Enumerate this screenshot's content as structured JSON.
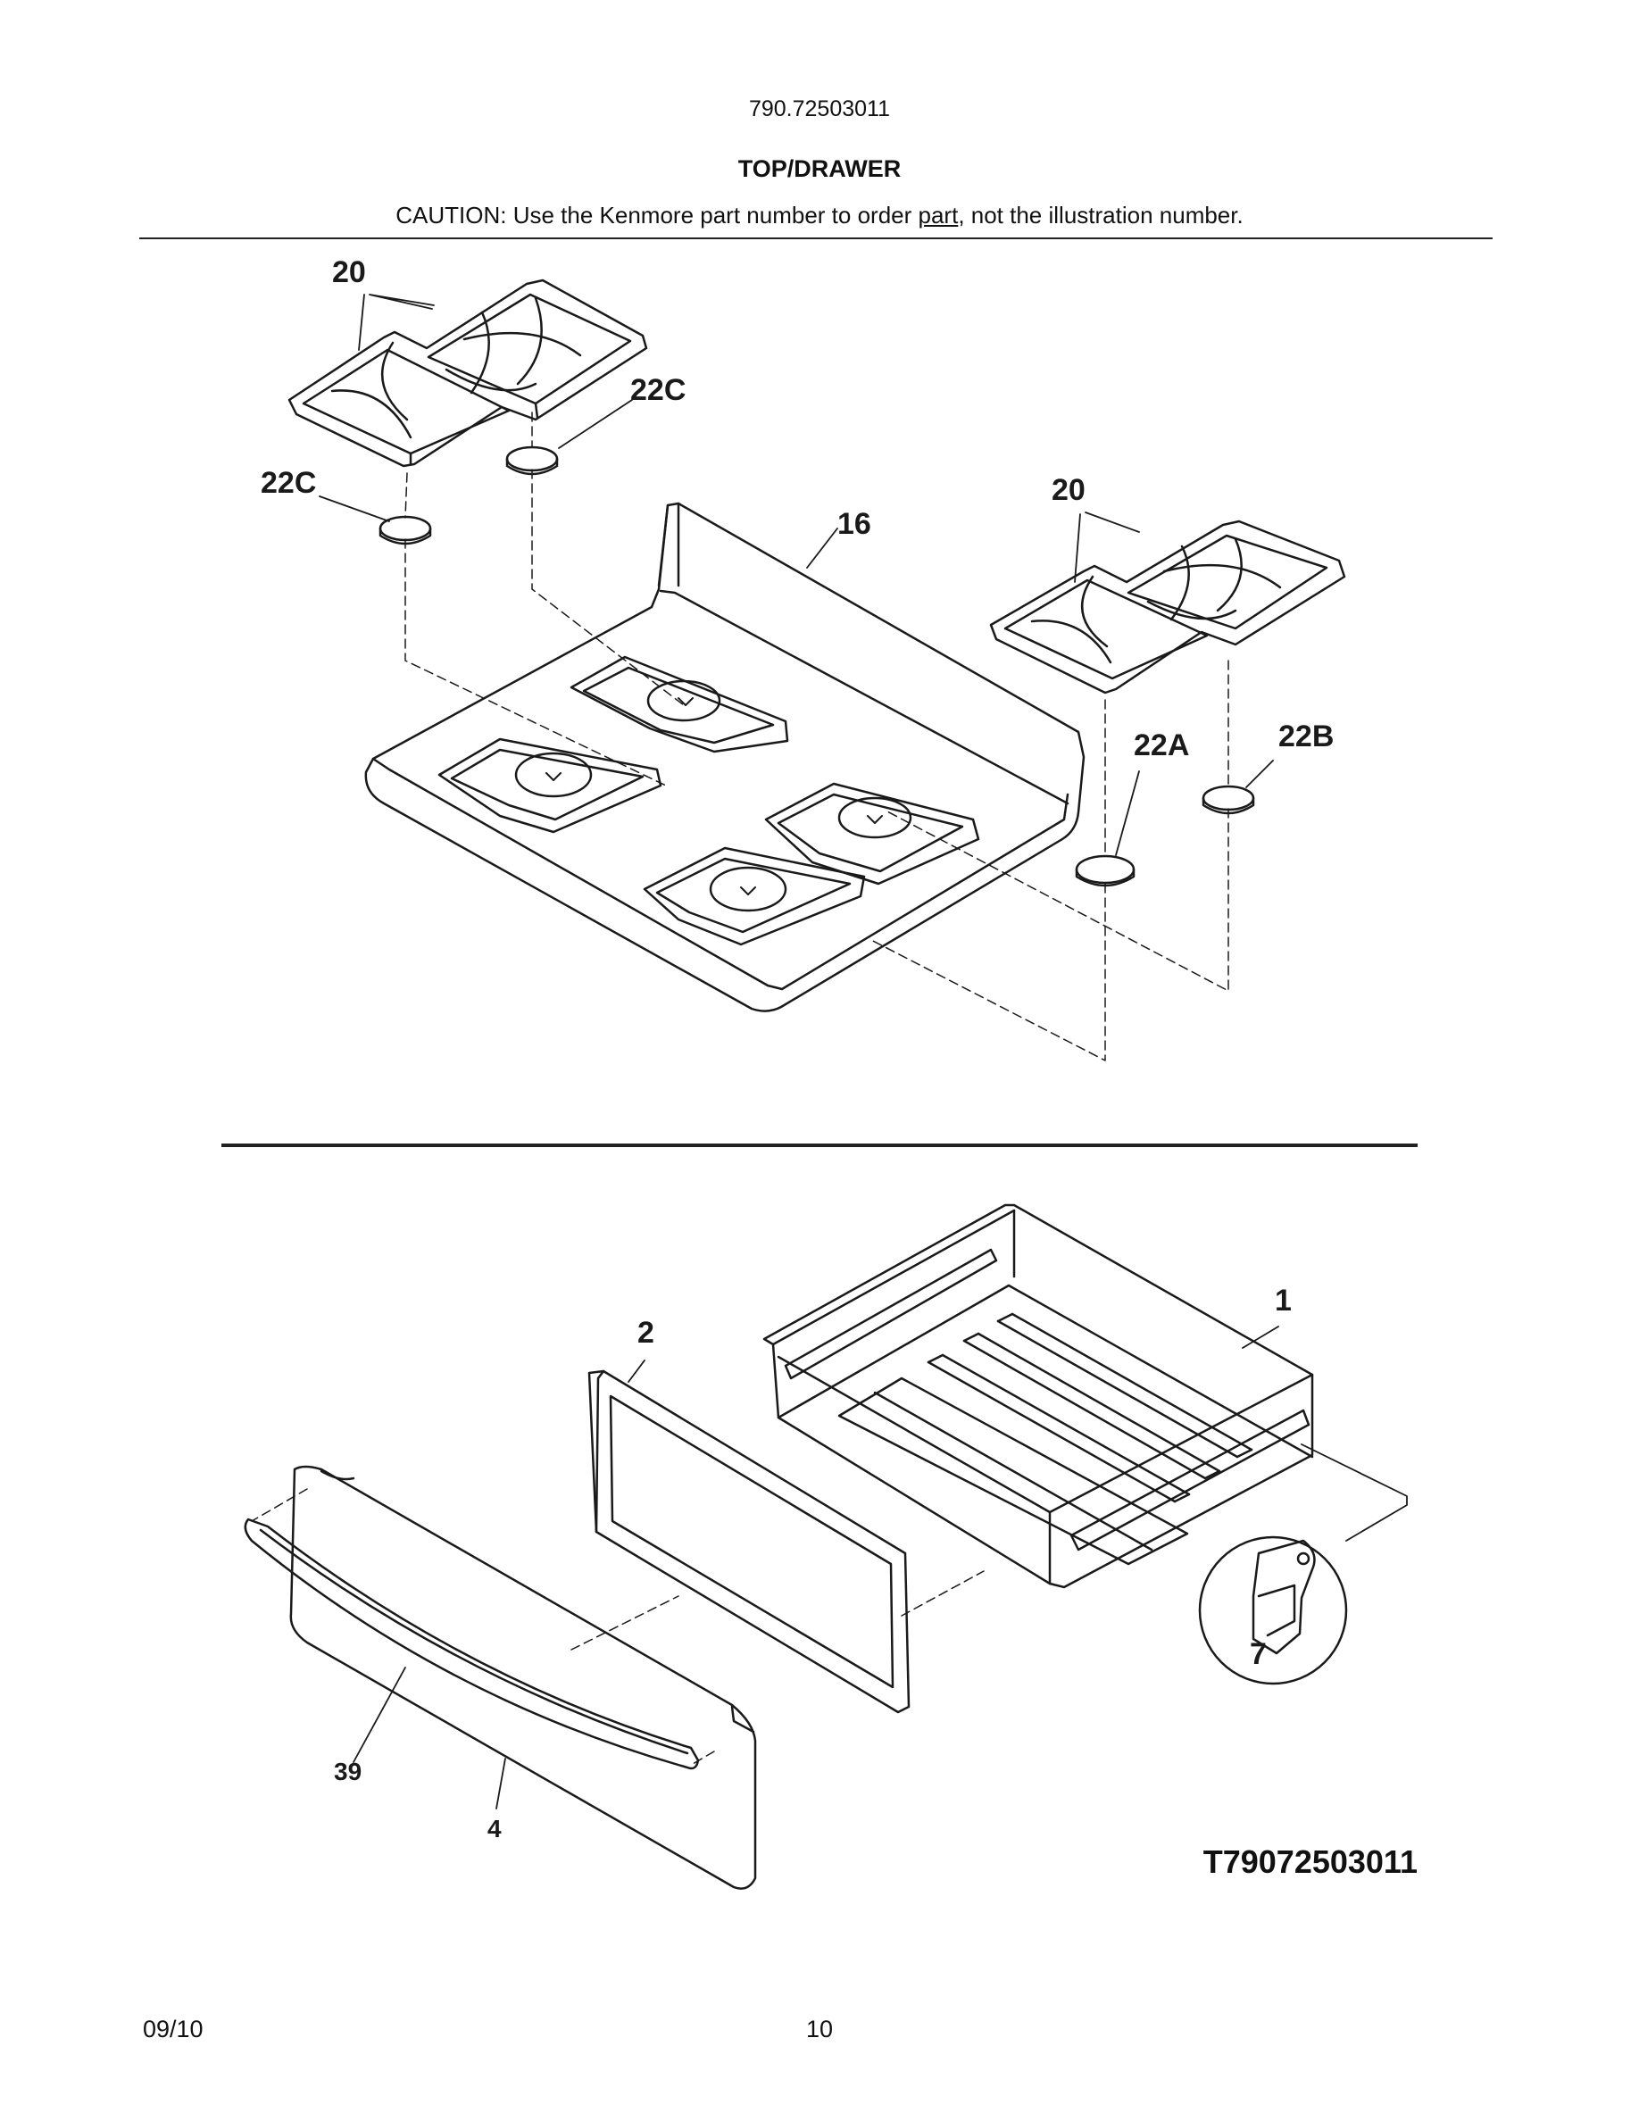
{
  "header": {
    "model_number": "790.72503011",
    "section_title": "TOP/DRAWER",
    "caution_prefix": "CAUTION: Use the Kenmore part number to order ",
    "caution_underlined": "part",
    "caution_suffix": ", not the illustration number."
  },
  "callouts": {
    "grate_left": "20",
    "grate_right": "20",
    "cap_22c_upper": "22C",
    "cap_22c_left": "22C",
    "cooktop": "16",
    "cap_22a": "22A",
    "cap_22b": "22B",
    "drawer_body": "1",
    "drawer_liner": "2",
    "drawer_clip": "7",
    "drawer_handle": "39",
    "drawer_front": "4"
  },
  "footer": {
    "illustration_id": "T79072503011",
    "date": "09/10",
    "page_number": "10"
  }
}
